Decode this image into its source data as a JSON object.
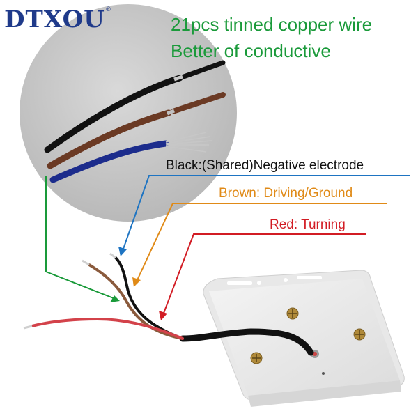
{
  "brand": {
    "name": "DTXOU",
    "mark": "®"
  },
  "headline": {
    "line1": "21pcs tinned copper wire",
    "line2": "Better of conductive"
  },
  "labels": {
    "black": "Black:(Shared)Negative electrode",
    "brown": "Brown: Driving/Ground",
    "red": "Red: Turning"
  },
  "colors": {
    "brand": "#1f3a8a",
    "headline": "#1a9a3a",
    "black_label": "#111111",
    "black_leader": "#1e74c2",
    "brown_label": "#e08a17",
    "red_label": "#d21c24",
    "green_leader": "#1a9a3a"
  }
}
